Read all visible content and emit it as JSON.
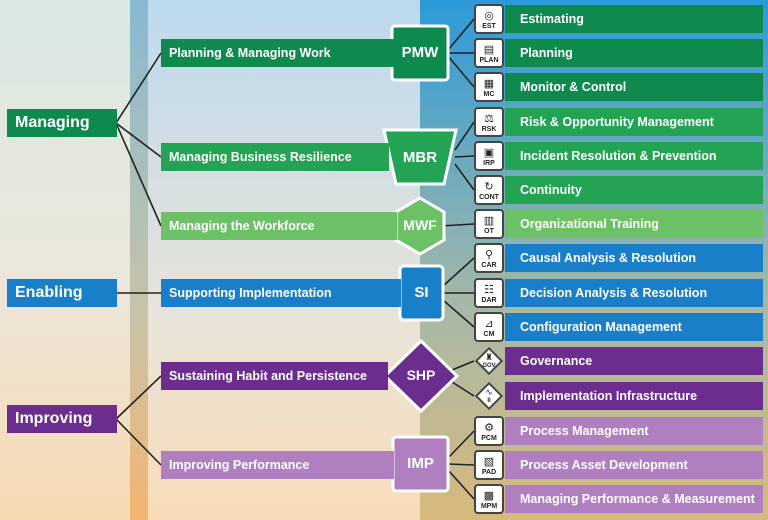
{
  "categories": {
    "managing": "Managing",
    "enabling": "Enabling",
    "improving": "Improving"
  },
  "groups": {
    "pmw": "Planning & Managing Work",
    "mbr": "Managing Business Resilience",
    "mwf": "Managing the Workforce",
    "si": "Supporting Implementation",
    "shp": "Sustaining Habit and Persistence",
    "imp": "Improving Performance"
  },
  "badges": {
    "pmw": "PMW",
    "mbr": "MBR",
    "mwf": "MWF",
    "si": "SI",
    "shp": "SHP",
    "imp": "IMP"
  },
  "practice_areas": [
    {
      "abbr": "EST",
      "label": "Estimating",
      "icon": "target-icon"
    },
    {
      "abbr": "PLAN",
      "label": "Planning",
      "icon": "plan-icon"
    },
    {
      "abbr": "MC",
      "label": "Monitor & Control",
      "icon": "monitor-icon"
    },
    {
      "abbr": "RSK",
      "label": "Risk & Opportunity Management",
      "icon": "risk-icon"
    },
    {
      "abbr": "IRP",
      "label": "Incident Resolution & Prevention",
      "icon": "incident-icon"
    },
    {
      "abbr": "CONT",
      "label": "Continuity",
      "icon": "cycle-icon"
    },
    {
      "abbr": "OT",
      "label": "Organizational Training",
      "icon": "training-icon"
    },
    {
      "abbr": "CAR",
      "label": "Causal Analysis & Resolution",
      "icon": "magnifier-icon"
    },
    {
      "abbr": "DAR",
      "label": "Decision Analysis & Resolution",
      "icon": "decision-icon"
    },
    {
      "abbr": "CM",
      "label": "Configuration Management",
      "icon": "config-icon"
    },
    {
      "abbr": "GOV",
      "label": "Governance",
      "icon": "governance-icon"
    },
    {
      "abbr": "II",
      "label": "Implementation Infrastructure",
      "icon": "pulse-icon"
    },
    {
      "abbr": "PCM",
      "label": "Process Management",
      "icon": "process-icon"
    },
    {
      "abbr": "PAD",
      "label": "Process Asset Development",
      "icon": "asset-icon"
    },
    {
      "abbr": "MPM",
      "label": "Managing Performance & Measurement",
      "icon": "measure-icon"
    }
  ],
  "colors": {
    "dark_green": "#0e8a4f",
    "mid_green": "#23a455",
    "light_green": "#6cc167",
    "blue": "#1a7fc9",
    "purple": "#6b2d8e",
    "lavender": "#b07fc0"
  }
}
